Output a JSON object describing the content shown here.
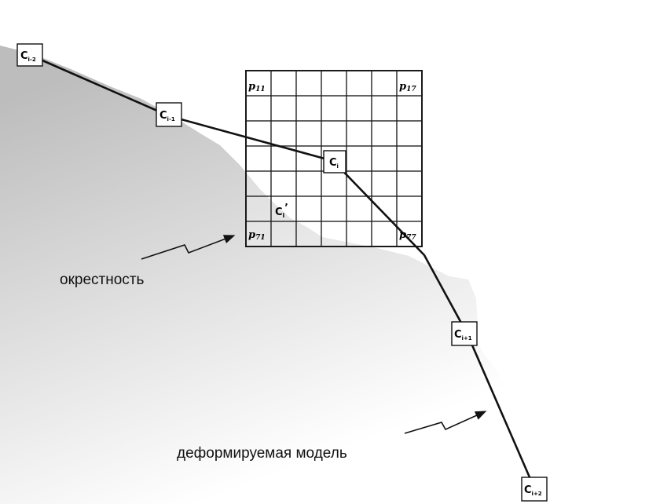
{
  "colors": {
    "background": "#ffffff",
    "region_dark": "#bdbdbd",
    "region_light": "#ffffff",
    "line": "#111111",
    "grid": "#1a1a1a",
    "node_fill": "#ffffff"
  },
  "grid": {
    "rows": 7,
    "cols": 7,
    "corners": {
      "top_left": {
        "base": "p",
        "sub": "11"
      },
      "top_right": {
        "base": "p",
        "sub": "17"
      },
      "bottom_left": {
        "base": "p",
        "sub": "71"
      },
      "bottom_right": {
        "base": "p",
        "sub": "77"
      }
    }
  },
  "nodes": [
    {
      "id": "c-i-minus-2",
      "base": "C",
      "sub": "i-2"
    },
    {
      "id": "c-i-minus-1",
      "base": "C",
      "sub": "i-1"
    },
    {
      "id": "c-i",
      "base": "C",
      "sub": "i"
    },
    {
      "id": "c-i-plus-1",
      "base": "C",
      "sub": "i+1"
    },
    {
      "id": "c-i-plus-2",
      "base": "C",
      "sub": "i+2"
    }
  ],
  "moved_node": {
    "base": "C",
    "sub": "i",
    "prime": "’"
  },
  "labels": {
    "neighborhood": "окрестность",
    "deformable_model": "деформируемая модель"
  }
}
